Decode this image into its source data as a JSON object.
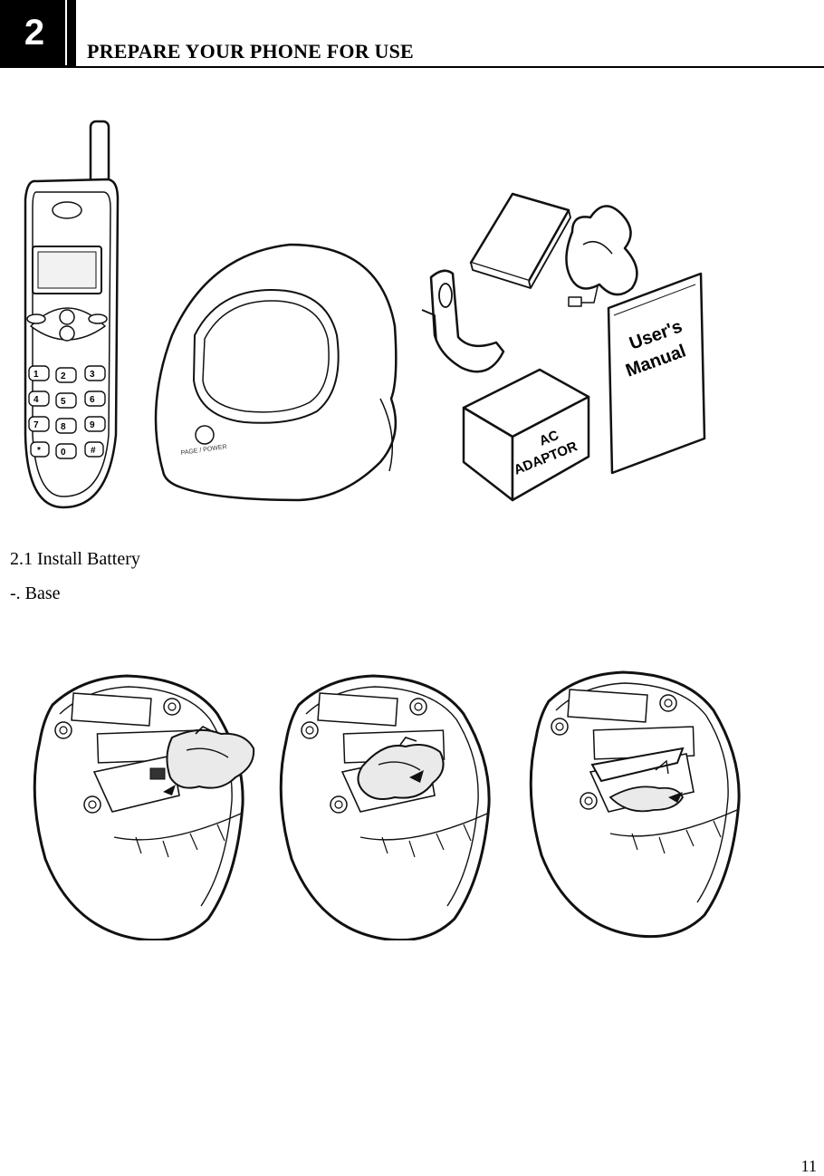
{
  "header": {
    "chapter_number": "2",
    "title": "PREPARE YOUR PHONE FOR USE"
  },
  "illustrations": {
    "contents": {
      "base_button_label": "PAGE / POWER",
      "box_label_line1": "AC",
      "box_label_line2": "ADAPTOR",
      "manual_label_line1": "User's",
      "manual_label_line2": "Manual",
      "keypad": [
        "1",
        "2",
        "3",
        "4",
        "5",
        "6",
        "7",
        "8",
        "9",
        "*",
        "0",
        "#"
      ]
    }
  },
  "section": {
    "heading": "2.1 Install Battery",
    "subheading": "-. Base"
  },
  "footer": {
    "page_number": "11"
  }
}
